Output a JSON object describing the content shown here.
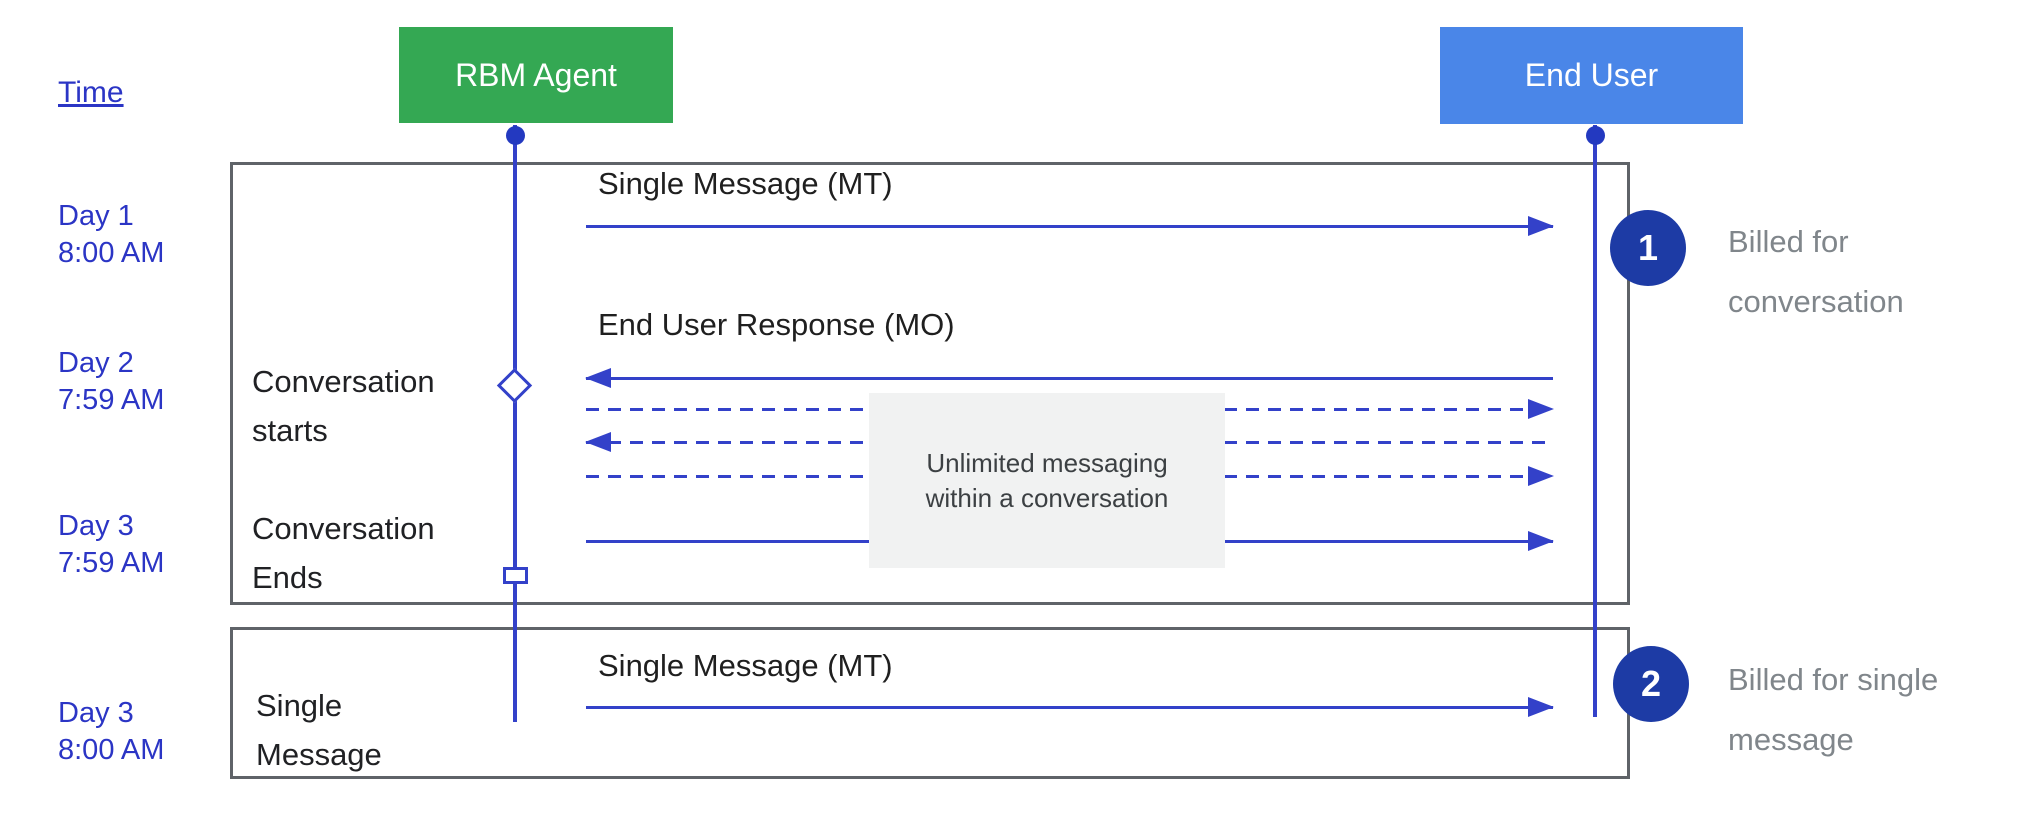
{
  "time_column": {
    "header": "Time",
    "entries": [
      {
        "day": "Day 1",
        "time": "8:00 AM"
      },
      {
        "day": "Day 2",
        "time": "7:59 AM"
      },
      {
        "day": "Day 3",
        "time": "7:59 AM"
      },
      {
        "day": "Day 3",
        "time": "8:00 AM"
      }
    ]
  },
  "actors": {
    "agent": {
      "label": "RBM Agent",
      "color": "#34a853"
    },
    "end_user": {
      "label": "End User",
      "color": "#4a86e8"
    }
  },
  "conversation_box": {
    "starts_label": "Conversation\nstarts",
    "ends_label": "Conversation\nEnds",
    "messages": [
      {
        "label": "Single Message (MT)",
        "direction": "right",
        "style": "solid"
      },
      {
        "label": "End User Response (MO)",
        "direction": "left",
        "style": "solid"
      },
      {
        "label": "",
        "direction": "right",
        "style": "dashed"
      },
      {
        "label": "",
        "direction": "left",
        "style": "dashed"
      },
      {
        "label": "",
        "direction": "right",
        "style": "dashed"
      },
      {
        "label": "",
        "direction": "right",
        "style": "solid"
      }
    ],
    "note": "Unlimited messaging\nwithin a conversation"
  },
  "single_message_box": {
    "label": "Single\nMessage",
    "message": {
      "label": "Single Message (MT)",
      "direction": "right",
      "style": "solid"
    }
  },
  "annotations": [
    {
      "number": "1",
      "text": "Billed for\nconversation"
    },
    {
      "number": "2",
      "text": "Billed for single\nmessage"
    }
  ],
  "colors": {
    "agent_green": "#34a853",
    "end_user_blue": "#4a86e8",
    "line_blue": "#3341c9",
    "time_blue": "#2b35c5",
    "badge_navy": "#1d3ba5",
    "box_border_gray": "#5f6368",
    "note_bg": "#f1f2f2",
    "annotation_gray": "#80868b",
    "text_black": "#202124"
  }
}
